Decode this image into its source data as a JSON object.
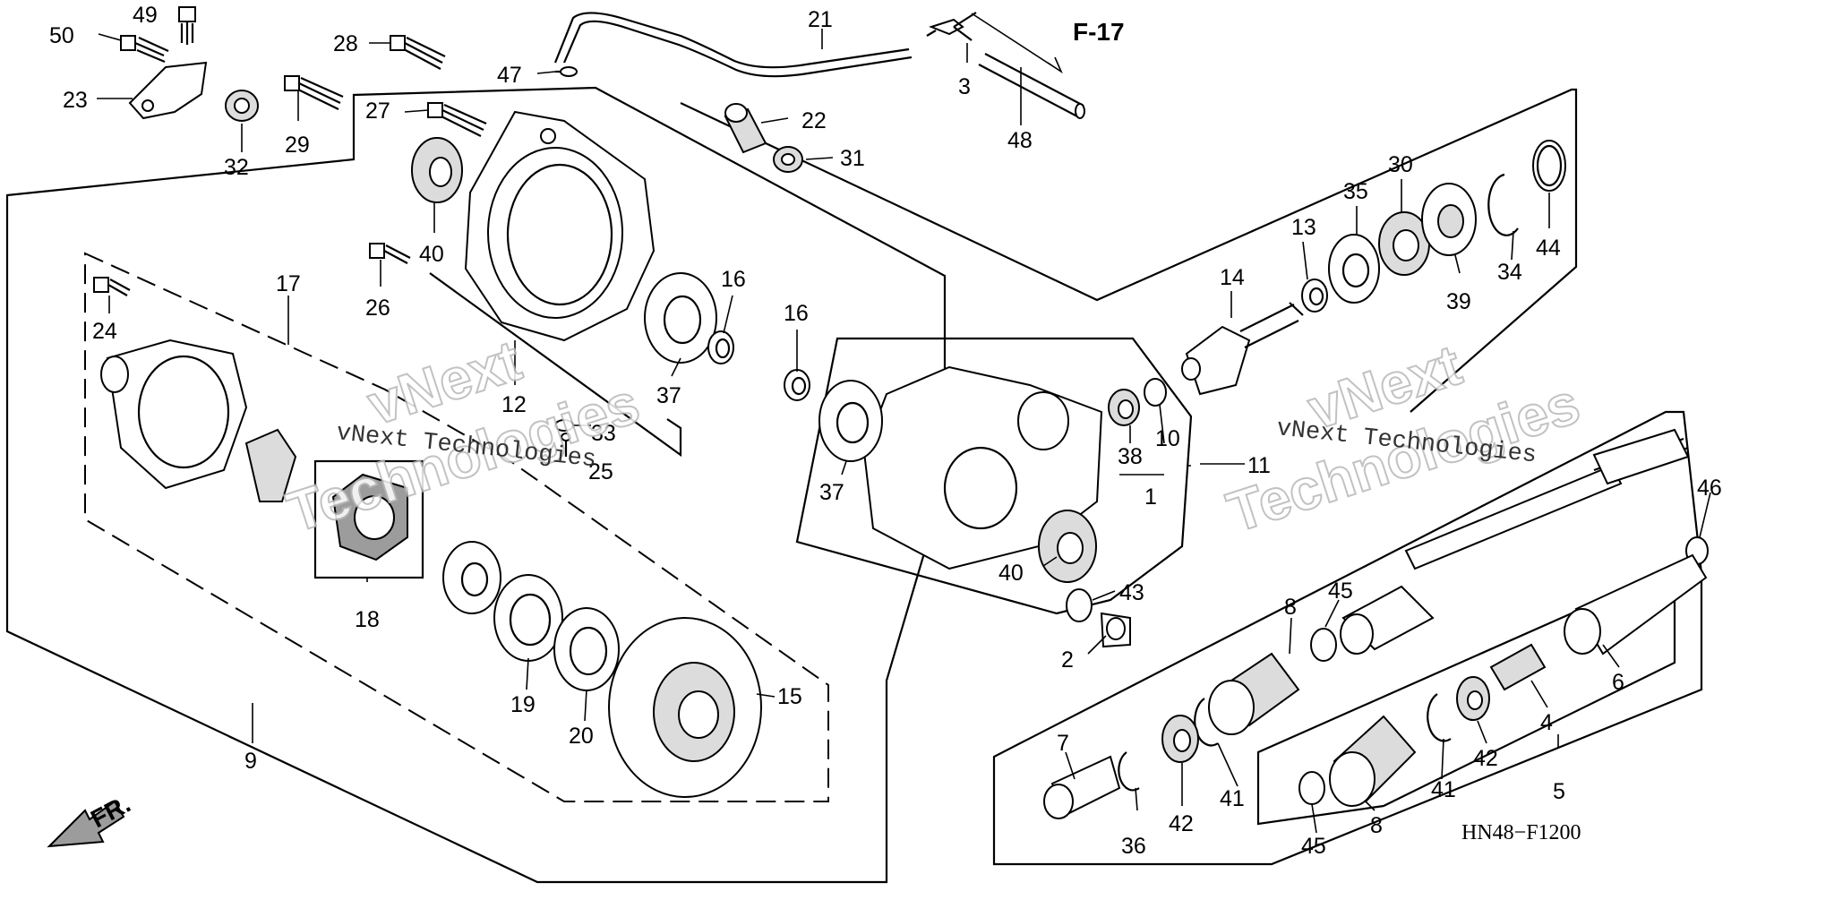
{
  "diagram": {
    "reference_label": "F-17",
    "direction_label": "FR.",
    "drawing_code": "HN48−F1200",
    "watermarks": {
      "company_line": "vNext Technologies",
      "big_word_1": "vNext",
      "big_word_2": "Technologies"
    },
    "callouts": [
      {
        "id": "50",
        "text": "50"
      },
      {
        "id": "49",
        "text": "49"
      },
      {
        "id": "23",
        "text": "23"
      },
      {
        "id": "32",
        "text": "32"
      },
      {
        "id": "29",
        "text": "29"
      },
      {
        "id": "28",
        "text": "28"
      },
      {
        "id": "27",
        "text": "27"
      },
      {
        "id": "47",
        "text": "47"
      },
      {
        "id": "21",
        "text": "21"
      },
      {
        "id": "3",
        "text": "3"
      },
      {
        "id": "48",
        "text": "48"
      },
      {
        "id": "22",
        "text": "22"
      },
      {
        "id": "31",
        "text": "31"
      },
      {
        "id": "40a",
        "text": "40"
      },
      {
        "id": "26",
        "text": "26"
      },
      {
        "id": "24",
        "text": "24"
      },
      {
        "id": "17",
        "text": "17"
      },
      {
        "id": "12",
        "text": "12"
      },
      {
        "id": "37a",
        "text": "37"
      },
      {
        "id": "16a",
        "text": "16"
      },
      {
        "id": "16b",
        "text": "16"
      },
      {
        "id": "33",
        "text": "33"
      },
      {
        "id": "25",
        "text": "25"
      },
      {
        "id": "18",
        "text": "18"
      },
      {
        "id": "19",
        "text": "19"
      },
      {
        "id": "20",
        "text": "20"
      },
      {
        "id": "15",
        "text": "15"
      },
      {
        "id": "9",
        "text": "9"
      },
      {
        "id": "37b",
        "text": "37"
      },
      {
        "id": "38",
        "text": "38"
      },
      {
        "id": "10",
        "text": "10"
      },
      {
        "id": "1",
        "text": "1"
      },
      {
        "id": "11",
        "text": "11"
      },
      {
        "id": "40b",
        "text": "40"
      },
      {
        "id": "43",
        "text": "43"
      },
      {
        "id": "2",
        "text": "2"
      },
      {
        "id": "14",
        "text": "14"
      },
      {
        "id": "13",
        "text": "13"
      },
      {
        "id": "35",
        "text": "35"
      },
      {
        "id": "30",
        "text": "30"
      },
      {
        "id": "39",
        "text": "39"
      },
      {
        "id": "34",
        "text": "34"
      },
      {
        "id": "44",
        "text": "44"
      },
      {
        "id": "46",
        "text": "46"
      },
      {
        "id": "45a",
        "text": "45"
      },
      {
        "id": "8a",
        "text": "8"
      },
      {
        "id": "6",
        "text": "6"
      },
      {
        "id": "4",
        "text": "4"
      },
      {
        "id": "42a",
        "text": "42"
      },
      {
        "id": "5",
        "text": "5"
      },
      {
        "id": "7",
        "text": "7"
      },
      {
        "id": "36",
        "text": "36"
      },
      {
        "id": "42b",
        "text": "42"
      },
      {
        "id": "41a",
        "text": "41"
      },
      {
        "id": "41b",
        "text": "41"
      },
      {
        "id": "8b",
        "text": "8"
      },
      {
        "id": "45b",
        "text": "45"
      }
    ]
  }
}
